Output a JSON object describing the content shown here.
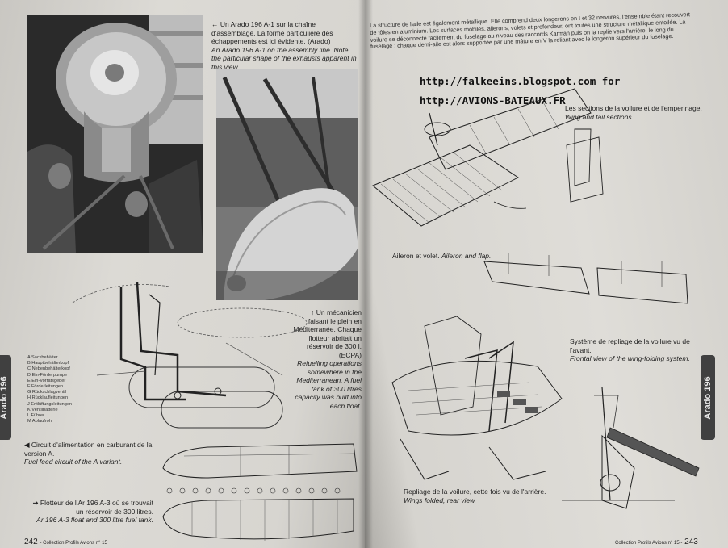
{
  "left_page": {
    "photo_top_caption": {
      "fr": "← Un Arado 196 A-1 sur la chaîne d'assemblage. La forme particulière des échappements est ici évidente. (Arado)",
      "en": "An Arado 196 A-1 on the assembly line. Note the particular shape of the exhausts apparent in this view."
    },
    "mechanic_caption": {
      "fr": "↑ Un mécanicien faisant le plein en Méditerranée. Chaque flotteur abritait un réservoir de 300 l. (ECPA)",
      "en": "Refuelling operations somewhere in the Mediterranean. A fuel tank of 300 litres capacity was built into each float."
    },
    "legend": [
      "A Sackbehälter",
      "B Hauptbehälterkopf",
      "C Nebenbehälterkopf",
      "D Ein-Förderpumpe",
      "E Ein-Vorratsgeber",
      "F Förderleitungen",
      "G Rückschlagventil",
      "H Rücklaufleitungen",
      "J Entlüftungsleitungen",
      "K Ventilbatterie",
      "L Führer",
      "M Ablaufrohr"
    ],
    "fuel_circuit_caption": {
      "fr": "◀ Circuit d'alimentation en carburant de la version A.",
      "en": "Fuel feed circuit of the A variant."
    },
    "float_caption": {
      "fr": "➔ Flotteur de l'Ar 196 A-3 où se trouvait un réservoir de 300 litres.",
      "en": "Ar 196 A-3 float and 300 litre fuel tank."
    },
    "side_tab": "Arado 196",
    "page_number": "242",
    "folio_text": "- Collection Profils Avions n° 15"
  },
  "right_page": {
    "body_text": "La structure de l'aile est également métallique. Elle comprend deux longerons en I et 32 nervures, l'ensemble étant recouvert de tôles en aluminium. Les surfaces mobiles, ailerons, volets et profondeur, ont toutes une structure métallique entoilée. La voilure se déconnecte facilement du fuselage au niveau des raccords Karman puis on la replie vers l'arrière, le long du fuselage ; chaque demi-aile est alors supportée par une mâture en V la reliant avec le longeron supérieur du fuselage.",
    "watermark_line_1": "http://falkeeins.blogspot.com for",
    "watermark_line_2": "http://AVIONS-BATEAUX.FR",
    "sections_caption": {
      "fr": "Les sections de la voilure et de l'empennage.",
      "en": "Wing and tail sections."
    },
    "aileron_caption": {
      "fr": "Aileron et volet.",
      "en": "Aileron and flap."
    },
    "wing_folding_caption": {
      "fr": "Système de repliage de la voilure vu de l'avant.",
      "en": "Frontal view of the wing-folding system."
    },
    "folded_caption": {
      "fr": "Repliage de la voilure, cette fois vu de l'arrière.",
      "en": "Wings folded, rear view."
    },
    "side_tab": "Arado 196",
    "page_number": "243",
    "folio_text": "Collection Profils Avions n° 15 -"
  }
}
